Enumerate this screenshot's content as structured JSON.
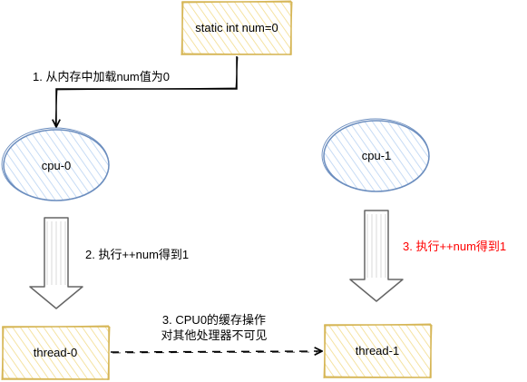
{
  "memory_box": {
    "label": "static int num=0"
  },
  "cpus": [
    {
      "label": "cpu-0"
    },
    {
      "label": "cpu-1"
    }
  ],
  "threads": [
    {
      "label": "thread-0"
    },
    {
      "label": "thread-1"
    }
  ],
  "annotations": {
    "load_from_memory": "1. 从内存中加载num值为0",
    "execute_increment": "2. 执行++num得到1",
    "cache_invisible_line1": "3. CPU0的缓存操作",
    "cache_invisible_line2": "对其他处理器不可见",
    "other_execute_increment": "3. 执行++num得到1"
  },
  "colors": {
    "box_stroke": "#d6b656",
    "box_fill": "#fff2cc",
    "cloud_stroke": "#6c8ebf",
    "cloud_fill": "#dae8fc",
    "arrow_stroke": "#666666",
    "arrow_fill": "#ffffff",
    "text": "#000000",
    "highlight_text": "#ff0000"
  }
}
